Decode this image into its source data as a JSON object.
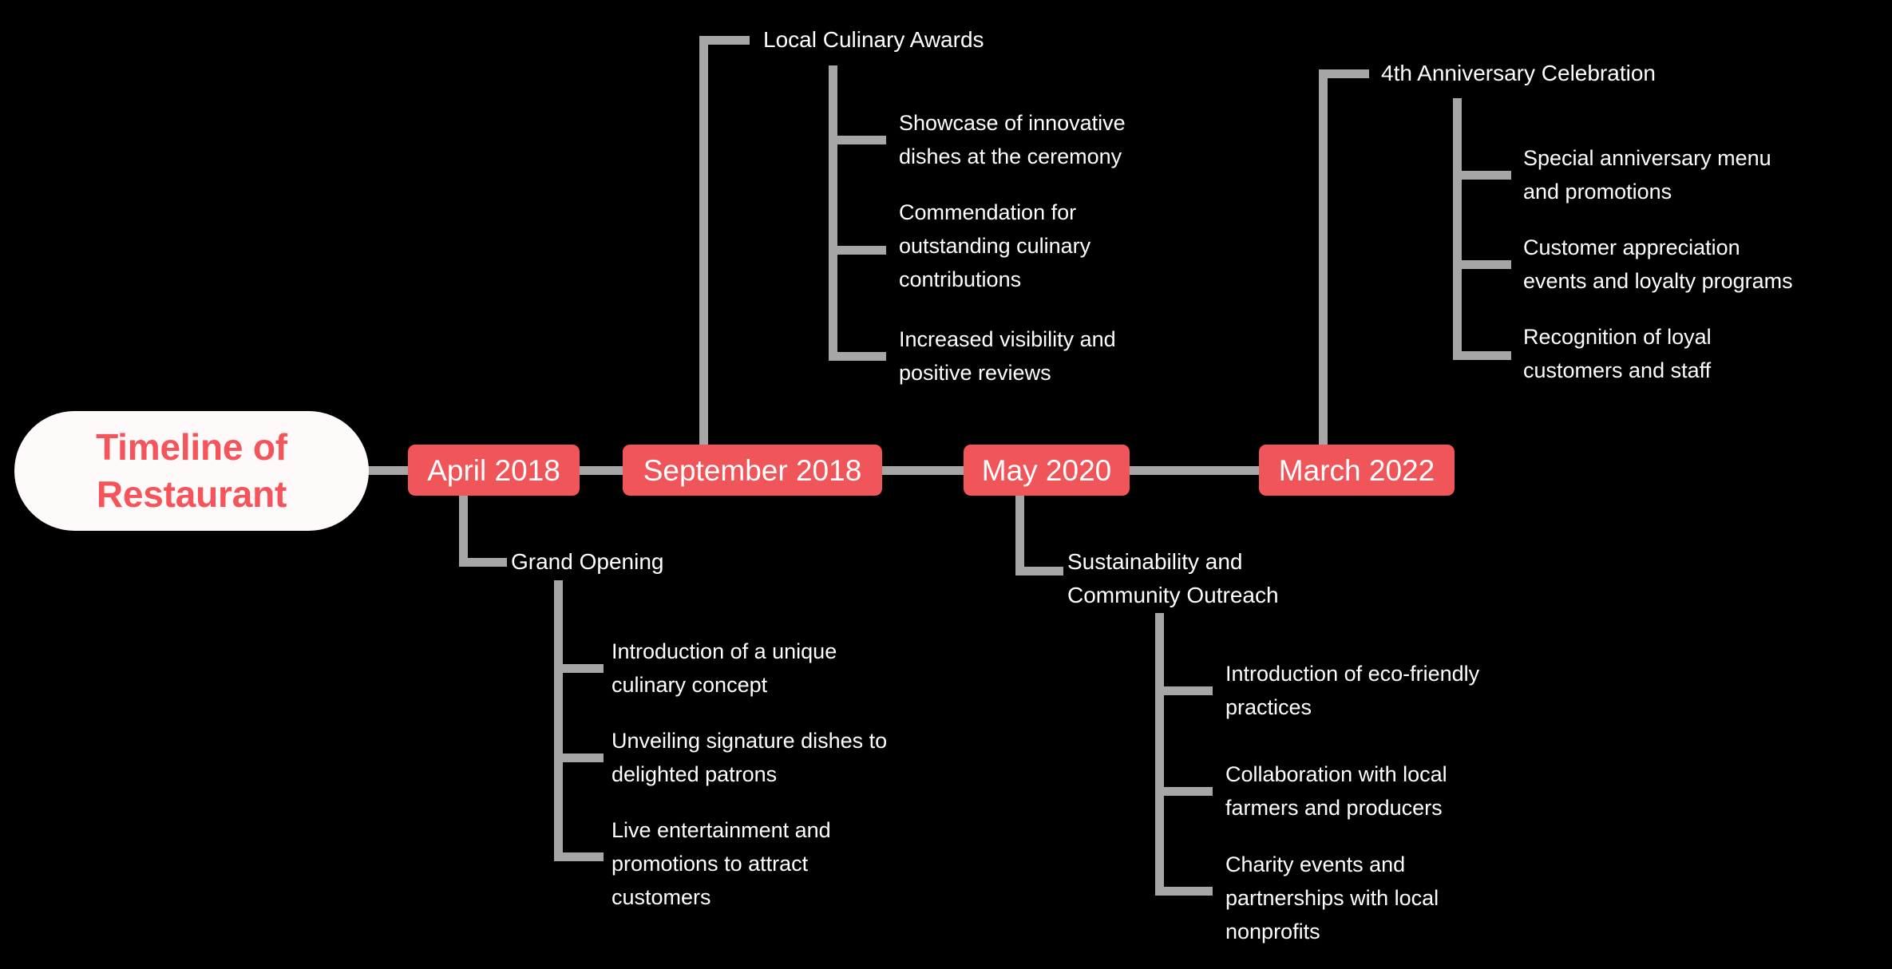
{
  "diagram": {
    "type": "timeline",
    "title": "Timeline of Restaurant",
    "background_color": "#000000",
    "accent_color": "#F0555A",
    "connector_color": "#A6A6A6",
    "root_fill_color": "#FFFAFA",
    "text_color": "#FFFFFF"
  },
  "root": {
    "label": "Timeline of\nRestaurant"
  },
  "periods": [
    {
      "date": "April 2018",
      "event": "Grand Opening",
      "details": [
        "Introduction of a unique\nculinary concept",
        "Unveiling signature dishes to\ndelighted patrons",
        "Live entertainment and\npromotions to attract\ncustomers"
      ]
    },
    {
      "date": "September 2018",
      "event": "Local Culinary Awards",
      "details": [
        "Showcase of innovative\ndishes at the ceremony",
        "Commendation for\noutstanding culinary\ncontributions",
        "Increased visibility and\npositive reviews"
      ]
    },
    {
      "date": "May 2020",
      "event": "Sustainability and\nCommunity Outreach",
      "details": [
        "Introduction of eco-friendly\npractices",
        "Collaboration with local\nfarmers and producers",
        "Charity events and\npartnerships with local\nnonprofits"
      ]
    },
    {
      "date": "March 2022",
      "event": "4th Anniversary Celebration",
      "details": [
        "Special anniversary menu\nand promotions",
        "Customer appreciation\nevents and loyalty programs",
        "Recognition of loyal\ncustomers and staff"
      ]
    }
  ]
}
